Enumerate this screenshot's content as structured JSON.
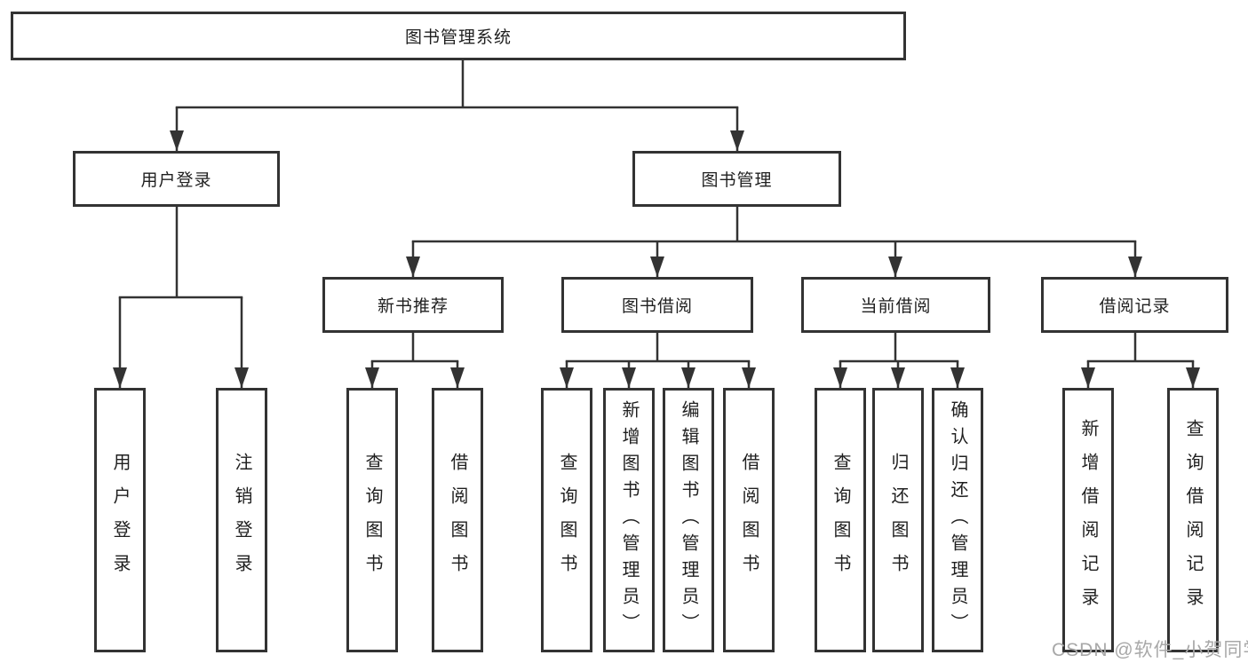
{
  "diagram": {
    "root": "图书管理系统",
    "level2": {
      "user_login": "用户登录",
      "book_management": "图书管理"
    },
    "level3": {
      "new_book_recommend": "新书推荐",
      "book_borrowing": "图书借阅",
      "current_borrowing": "当前借阅",
      "borrowing_records": "借阅记录"
    },
    "leaves": {
      "user_login": "用户登录",
      "logout": "注销登录",
      "nb_query_books": "查询图书",
      "nb_borrow_books": "借阅图书",
      "bb_query_books": "查询图书",
      "bb_add_books_admin": "新增图书（管理员）",
      "bb_edit_books_admin": "编辑图书（管理员）",
      "bb_borrow_books": "借阅图书",
      "cb_query_books": "查询图书",
      "cb_return_books": "归还图书",
      "cb_confirm_return_admin": "确认归还（管理员）",
      "br_add_record": "新增借阅记录",
      "br_query_record": "查询借阅记录"
    }
  },
  "watermark": "CSDN @软件_小贺同学",
  "colors": {
    "line": "#333333",
    "text": "#1f1f1f",
    "watermark": "#a8a8a8",
    "background": "#ffffff"
  }
}
